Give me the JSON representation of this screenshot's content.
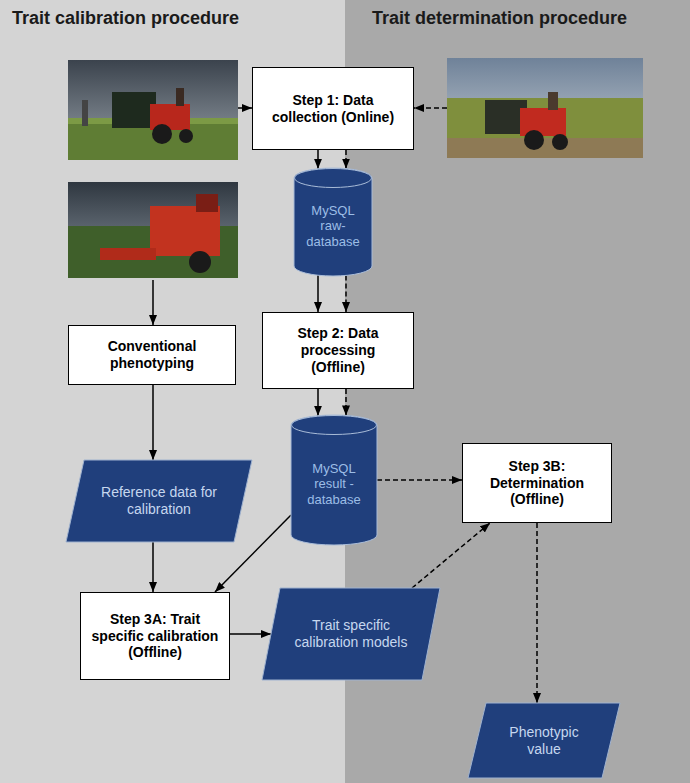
{
  "diagram": {
    "nodes": [
      {
        "text": [
          "Step 1: Data collection (Online)"
        ]
      },
      {
        "text": [
          "MySQL raw- database"
        ]
      },
      {
        "text": [
          "Step 2: Data processing (Offline)"
        ]
      },
      {
        "text": [
          "Conventional phenotyping"
        ]
      },
      {
        "text": [
          "Reference data for calibration"
        ]
      },
      {
        "text": [
          "MySQL result - database"
        ]
      },
      {
        "text": [
          "Step 3B: Determination (Offline)"
        ]
      },
      {
        "text": [
          "Step 3A: Trait specific calibration (Offline)"
        ]
      },
      {
        "text": [
          "Trait specific calibration models"
        ]
      },
      {
        "text": [
          "Phenotypic value"
        ]
      }
    ],
    "edges": [
      {
        "from": 0,
        "to": 1,
        "arrow": "to"
      },
      {
        "from": 0,
        "to": 1,
        "arrow": "to"
      },
      {
        "from": 1,
        "to": 2,
        "arrow": "to"
      },
      {
        "from": 1,
        "to": 2,
        "arrow": "to"
      },
      {
        "from": 2,
        "to": 5,
        "arrow": "to"
      },
      {
        "from": 2,
        "to": 5,
        "arrow": "to"
      },
      {
        "from": 3,
        "to": 4,
        "arrow": "to"
      },
      {
        "from": 4,
        "to": 7,
        "arrow": "to"
      },
      {
        "from": 5,
        "to": 7,
        "arrow": "to"
      },
      {
        "from": 5,
        "to": 6,
        "arrow": "to"
      },
      {
        "from": 7,
        "to": 8,
        "arrow": "to"
      },
      {
        "from": 8,
        "to": 6,
        "arrow": "to"
      },
      {
        "from": 6,
        "to": 9,
        "arrow": "to"
      }
    ],
    "labels": [
      "Trait calibration procedure",
      "Trait determination procedure"
    ]
  }
}
